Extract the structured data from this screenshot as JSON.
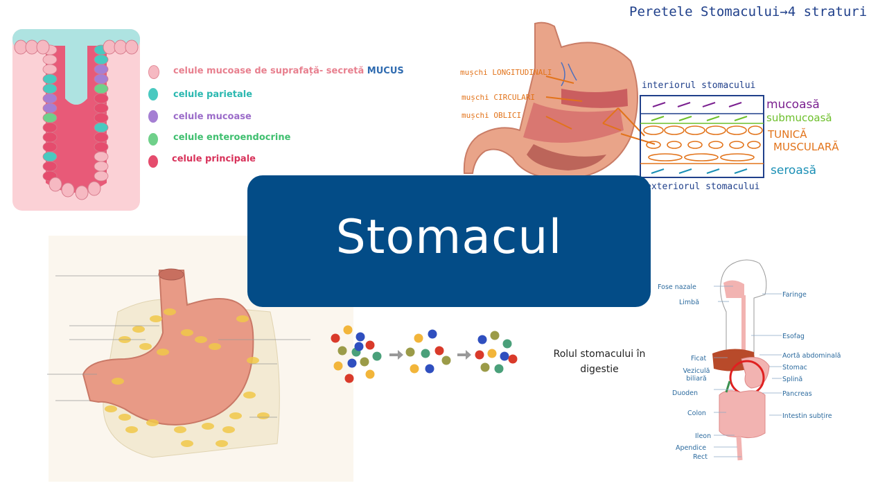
{
  "cell_legend": [
    {
      "text": "celule mucoase de suprafață- secretă ",
      "emph": "MUCUS",
      "color": "#e8808f",
      "emph_color": "#2f6bb0"
    },
    {
      "text": "celule parietale",
      "color": "#2bb8b0"
    },
    {
      "text": "celule mucoase",
      "color": "#9b6cc9"
    },
    {
      "text": "celule enteroendocrine",
      "color": "#3fbf6f"
    },
    {
      "text": "celule principale",
      "color": "#d8325a"
    }
  ],
  "wall": {
    "heading": "Peretele Stomacului→4 straturi",
    "interior": "interiorul stomacului",
    "exterior": "exteriorul stomacului",
    "layers": [
      {
        "label": "mucoasă",
        "color": "#7a1f8f"
      },
      {
        "label": "submucoasă",
        "color": "#6cbf2a"
      },
      {
        "label": "TUNICĂ",
        "color": "#e2731a"
      },
      {
        "label": "MUSCULARĂ",
        "color": "#e2731a"
      },
      {
        "label": "seroasă",
        "color": "#1a8fb5"
      }
    ],
    "muscles": [
      "mușchi LONGITUDINALI",
      "mușchi CIRCULARI",
      "mușchi OBLICI"
    ]
  },
  "title": "Stomacul",
  "digestion_caption": "Rolul stomacului în digestie",
  "anatomy_labels_left": [
    "Fose nazale",
    "Limbă",
    "Ficat",
    "Veziculă biliară",
    "Duoden",
    "Colon",
    "Ileon",
    "Apendice",
    "Rect"
  ],
  "anatomy_labels_right": [
    "Faringe",
    "Esofag",
    "Aortă abdominală",
    "Stomac",
    "Splină",
    "Pancreas",
    "Intestin subțire"
  ],
  "colors": {
    "banner": "#034c87",
    "pit": "#fbd1d6",
    "label_blue": "#2b6a9e"
  }
}
